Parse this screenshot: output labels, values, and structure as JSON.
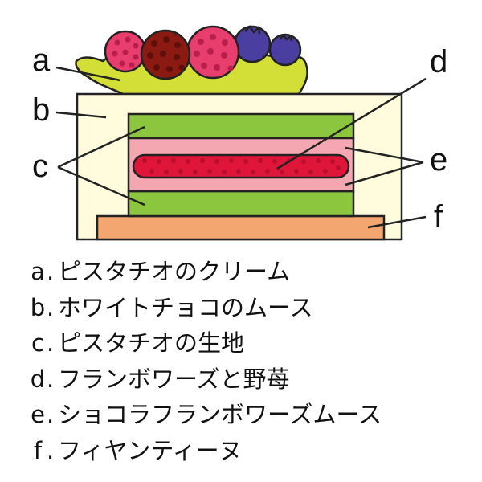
{
  "diagram": {
    "labels": [
      {
        "key": "a",
        "letter": "a"
      },
      {
        "key": "b",
        "letter": "b"
      },
      {
        "key": "c",
        "letter": "c"
      },
      {
        "key": "d",
        "letter": "d"
      },
      {
        "key": "e",
        "letter": "e"
      },
      {
        "key": "f",
        "letter": "f"
      }
    ]
  },
  "legend": [
    {
      "letter": "a",
      "sep": ".",
      "text": "ピスタチオのクリーム"
    },
    {
      "letter": "b",
      "sep": ".",
      "text": "ホワイトチョコのムース"
    },
    {
      "letter": "c",
      "sep": ".",
      "text": "ピスタチオの生地"
    },
    {
      "letter": "d",
      "sep": ".",
      "text": "フランボワーズと野苺"
    },
    {
      "letter": "e",
      "sep": ".",
      "text": "ショコラフランボワーズムース"
    },
    {
      "letter": "f",
      "sep": ".",
      "text": "フィヤンティーヌ"
    }
  ],
  "colors": {
    "outline": "#222222",
    "cream": "#fffbdc",
    "pistachio_sponge": "#8cc63f",
    "pink_mousse": "#f4a7b1",
    "raspberry": "#e0153a",
    "base": "#f4a671",
    "pistachio_cream": "#d3df37",
    "berry_red": "#e83e6e",
    "berry_brown": "#8b1a12",
    "blueberry": "#4a3fa1"
  }
}
